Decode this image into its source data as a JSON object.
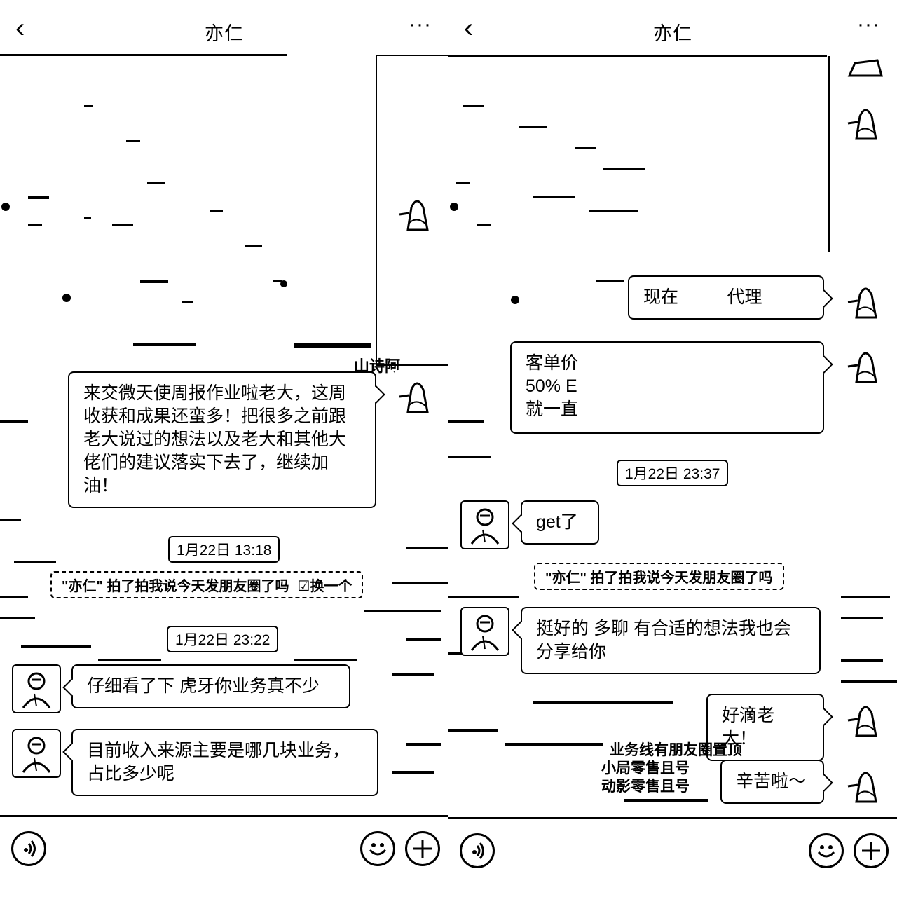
{
  "left": {
    "title": "亦仁",
    "back_glyph": "‹",
    "more_glyph": "···",
    "messages": [
      "来交微天使周报作业啦老大，这周收获和成果还蛮多！把很多之前跟老大说过的想法以及老大和其他大佬们的建议落实下去了，继续加油！",
      "仔细看了下 虎牙你业务真不少",
      "目前收入来源主要是哪几块业务，\n占比多少呢"
    ],
    "timestamps": [
      "1月22日 13:18",
      "1月22日 23:22"
    ],
    "pat": {
      "name": "\"亦仁\"",
      "text": " 拍了拍我说今天发朋友圈了吗",
      "action": "☑换一个"
    },
    "photo_caption": "山诗阿"
  },
  "right": {
    "title": "亦仁",
    "back_glyph": "‹",
    "more_glyph": "···",
    "messages": [
      "现在          代理",
      "客单价\n50% E\n就一直",
      "get了",
      "挺好的 多聊 有合适的想法我也会\n分享给你",
      "好滴老大！",
      "辛苦啦～"
    ],
    "timestamps": [
      "1月22日 23:37"
    ],
    "pat": {
      "name": "\"亦仁\"",
      "text": " 拍了拍我说今天发朋友圈了吗"
    },
    "overlay_lines": [
      "业务线有朋友圈置顶",
      "小局零售且号",
      "动影零售且号"
    ]
  },
  "icons": {
    "voice": "voice-icon",
    "emoji": "emoji-icon",
    "plus": "plus-icon"
  }
}
